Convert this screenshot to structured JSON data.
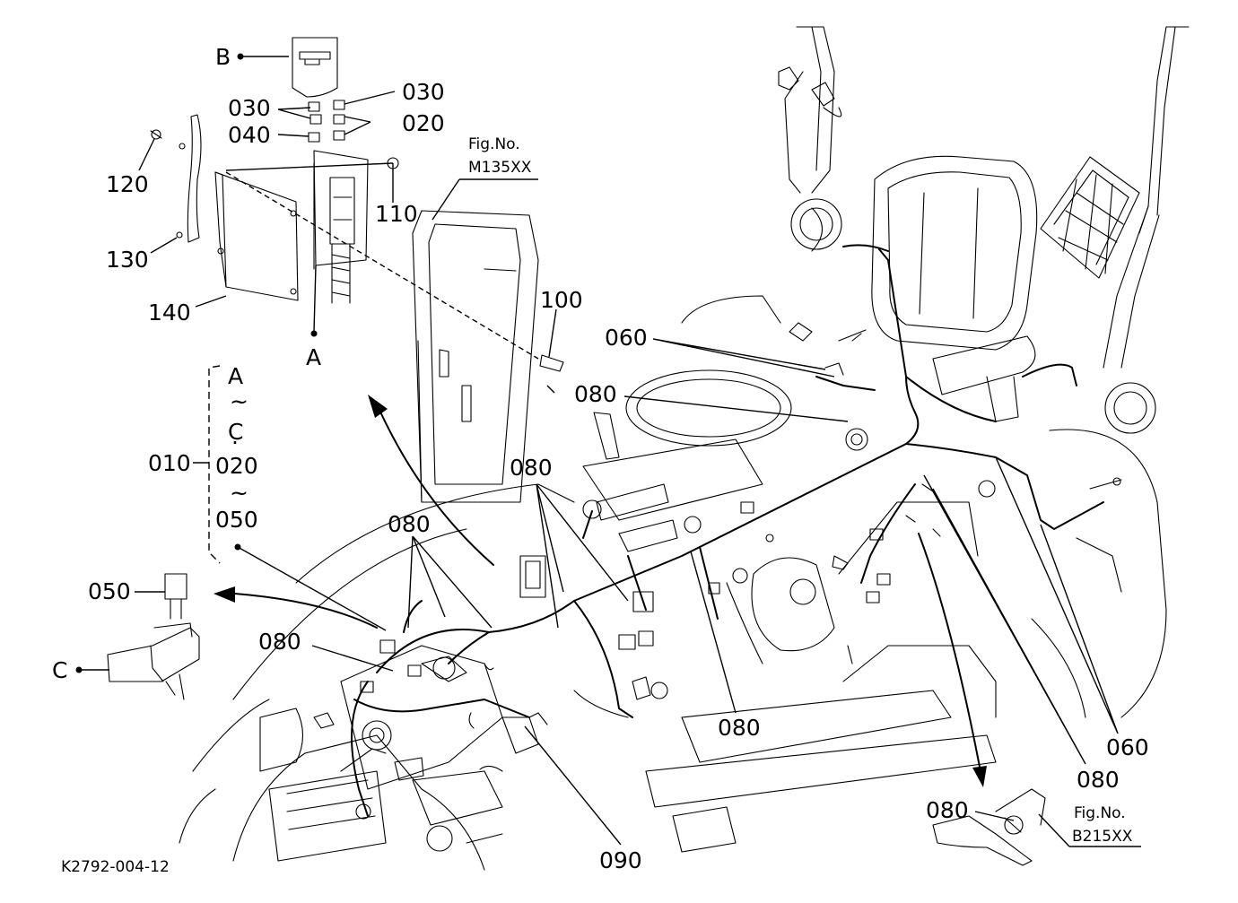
{
  "figure_code": "K2792-004-12",
  "callouts": {
    "A": "A",
    "B": "B",
    "C": "C",
    "p010": "010",
    "p020": "020",
    "p030": "030",
    "p040": "040",
    "p050": "050",
    "p060": "060",
    "p080": "080",
    "p090": "090",
    "p100": "100",
    "p110": "110",
    "p120": "120",
    "p130": "130",
    "p140": "140"
  },
  "range_group": {
    "start": "A",
    "tilde": "~",
    "end": "C",
    "dot": "·",
    "start2": "020",
    "end2": "050"
  },
  "fig_refs": {
    "ref1_caption": "Fig.No.",
    "ref1_number": "M135XX",
    "ref2_caption": "Fig.No.",
    "ref2_number": "B215XX"
  }
}
